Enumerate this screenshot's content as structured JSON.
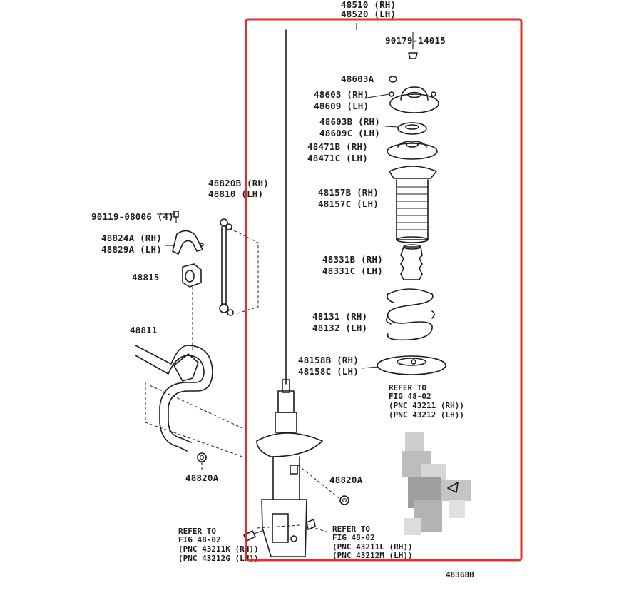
{
  "highlight": {
    "color": "#e0302a"
  },
  "labels": {
    "strut_assy": [
      "48510 (RH)",
      "48520 (LH)"
    ],
    "nut": "90179-14015",
    "bearing_a": "48603A",
    "mount": [
      "48603 (RH)",
      "48609 (LH)"
    ],
    "bearing": [
      "48603B (RH)",
      "48609C (LH)"
    ],
    "upper_seat": [
      "48471B (RH)",
      "48471C (LH)"
    ],
    "boot": [
      "48157B (RH)",
      "48157C (LH)"
    ],
    "bumper": [
      "48331B (RH)",
      "48331C (LH)"
    ],
    "spring": [
      "48131 (RH)",
      "48132 (LH)"
    ],
    "lower_insulator": [
      "48158B (RH)",
      "48158C (LH)"
    ],
    "refer_knuckle": [
      "REFER TO",
      "FIG 48-02",
      "(PNC  43211 (RH))",
      "(PNC  43212 (LH))"
    ],
    "link": [
      "48820B (RH)",
      "48810 (LH)"
    ],
    "bolt": "90119-08006 (4)",
    "bracket": [
      "48824A (RH)",
      "48829A (LH)"
    ],
    "bushing": "48815",
    "stabilizer": "48811",
    "nut_left": "48820A",
    "nut_right": "48820A",
    "refer_left": [
      "REFER TO",
      "FIG 48-02",
      "(PNC  43211K (RH))",
      "(PNC  43212G (LH))"
    ],
    "refer_right": [
      "REFER TO",
      "FIG 48-02",
      "(PNC  43211L (RH))",
      "(PNC  43212M (LH))"
    ],
    "figure_code": "48368B"
  }
}
